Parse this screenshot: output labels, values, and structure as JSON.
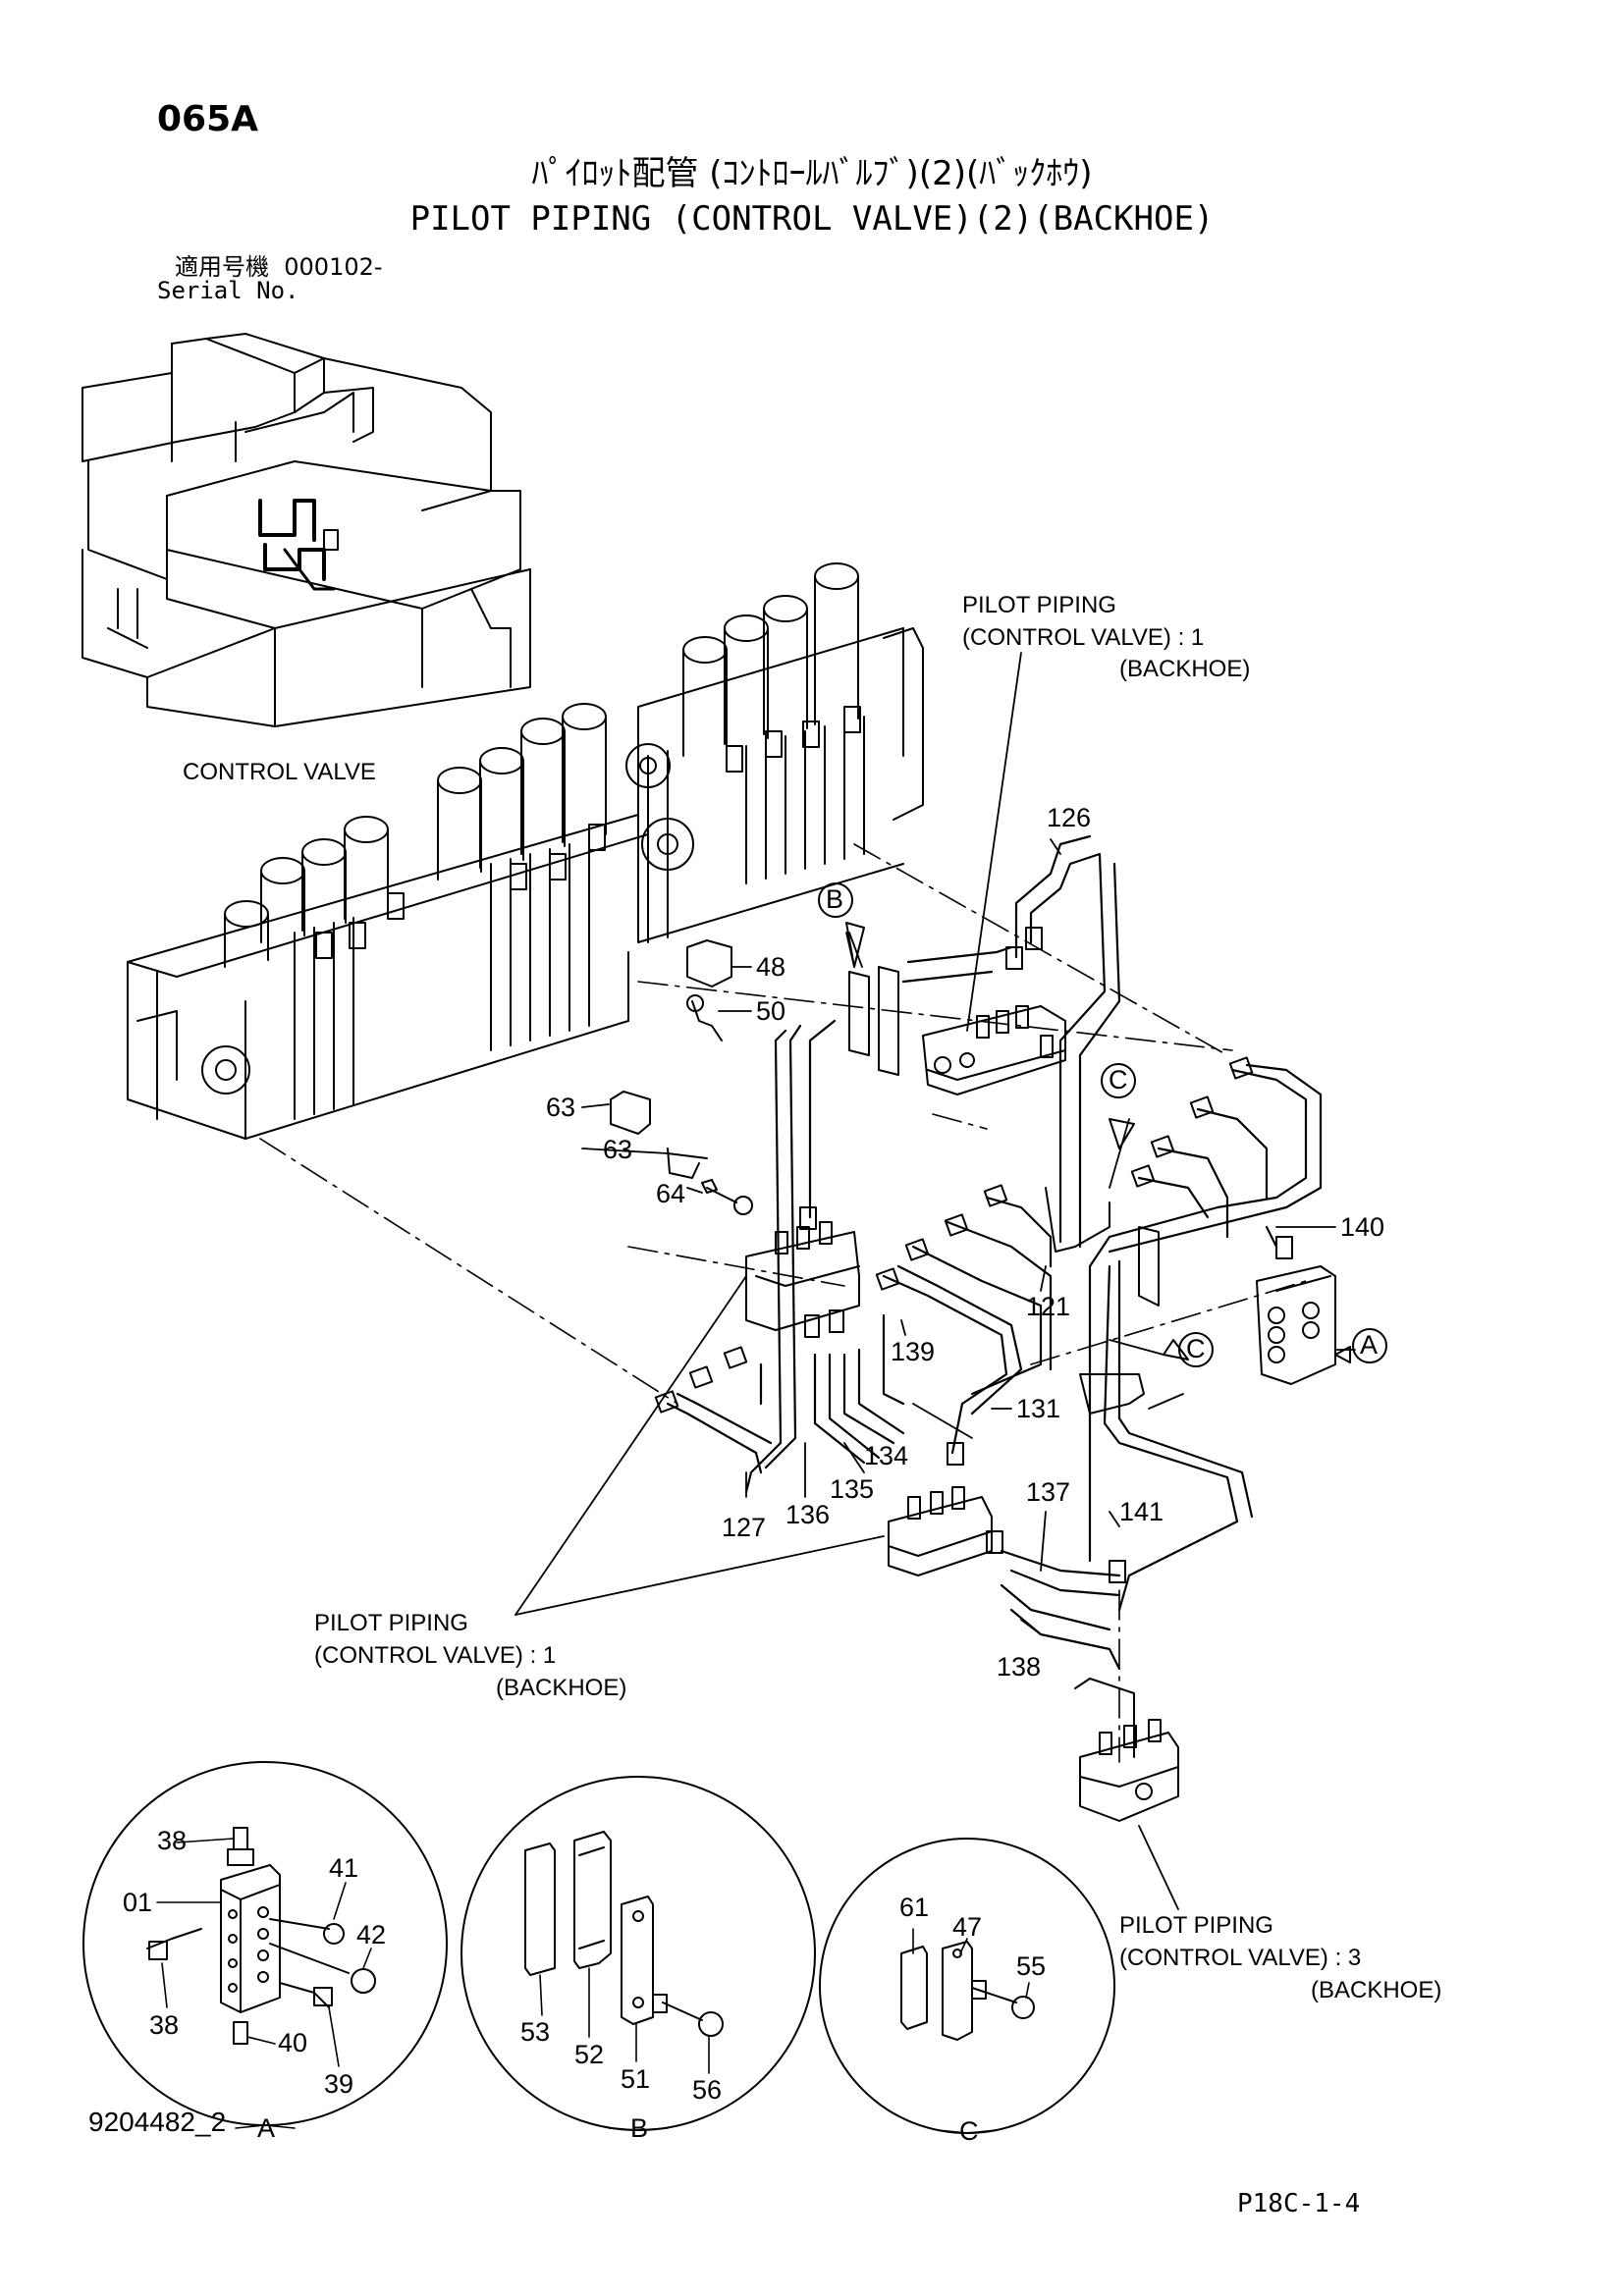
{
  "header": {
    "page_code": "065A",
    "title_jp": "ﾊﾟｲﾛｯﾄ配管 (ｺﾝﾄﾛｰﾙﾊﾞﾙﾌﾞ)(2)(ﾊﾞｯｸﾎｳ)",
    "title_en": "PILOT PIPING (CONTROL VALVE)(2)(BACKHOE)",
    "serial_jp": "適用号機  000102-",
    "serial_en": "Serial No."
  },
  "labels": {
    "control_valve": "CONTROL VALVE",
    "ref_top": [
      "PILOT PIPING",
      "(CONTROL VALVE) : 1",
      "(BACKHOE)"
    ],
    "ref_left": [
      "PILOT PIPING",
      "(CONTROL VALVE) : 1",
      "(BACKHOE)"
    ],
    "ref_right": [
      "PILOT PIPING",
      "(CONTROL VALVE) : 3",
      "(BACKHOE)"
    ]
  },
  "callouts": {
    "main": [
      "126",
      "48",
      "50",
      "63",
      "63",
      "64",
      "140",
      "121",
      "139",
      "131",
      "134",
      "135",
      "136",
      "127",
      "137",
      "141",
      "138"
    ],
    "detail_a": [
      "38",
      "41",
      "01",
      "42",
      "38",
      "40",
      "39"
    ],
    "detail_b": [
      "53",
      "52",
      "51",
      "56"
    ],
    "detail_c": [
      "61",
      "47",
      "55"
    ]
  },
  "markers": {
    "b_marker": "B",
    "c_marker_upper": "C",
    "c_marker_lower": "C",
    "a_marker": "A",
    "detail_a_label": "A",
    "detail_b_label": "B",
    "detail_c_label": "C"
  },
  "footer": {
    "doc_id": "9204482_2",
    "sheet_id": "P18C-1-4"
  }
}
